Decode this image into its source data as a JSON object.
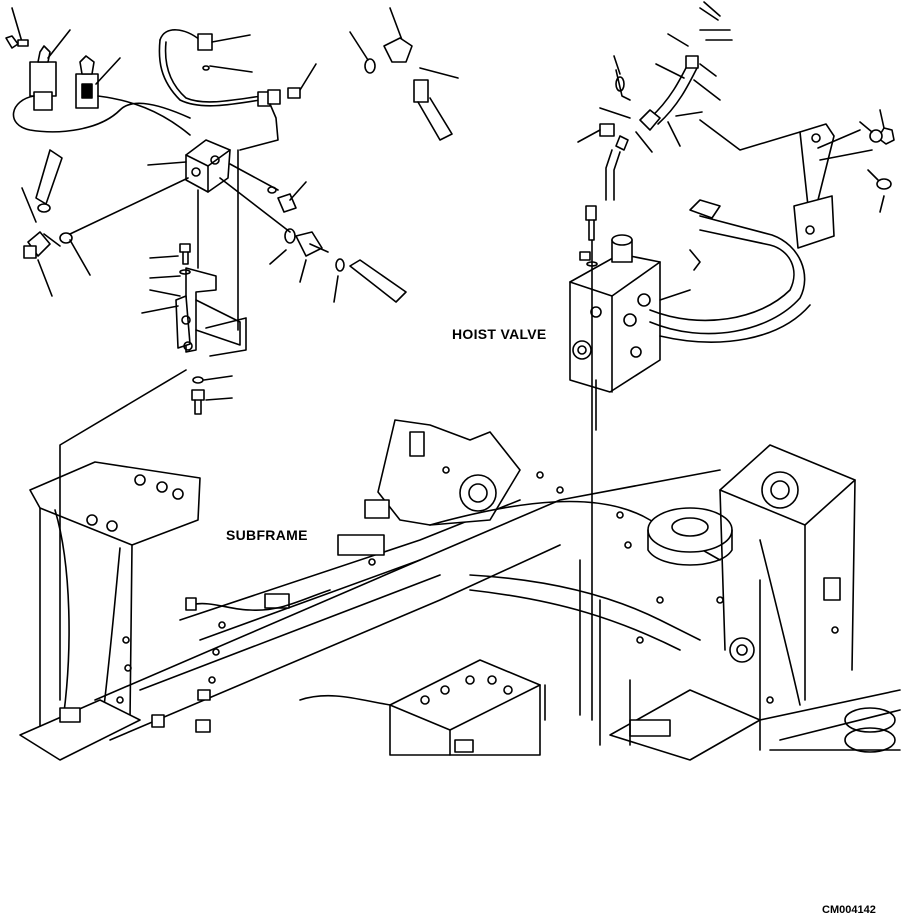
{
  "labels": {
    "subframe": "SUBFRAME",
    "hoist_valve": "HOIST VALVE",
    "drawing_code": "CM004142"
  },
  "colors": {
    "line": "#000000",
    "background": "#ffffff"
  }
}
